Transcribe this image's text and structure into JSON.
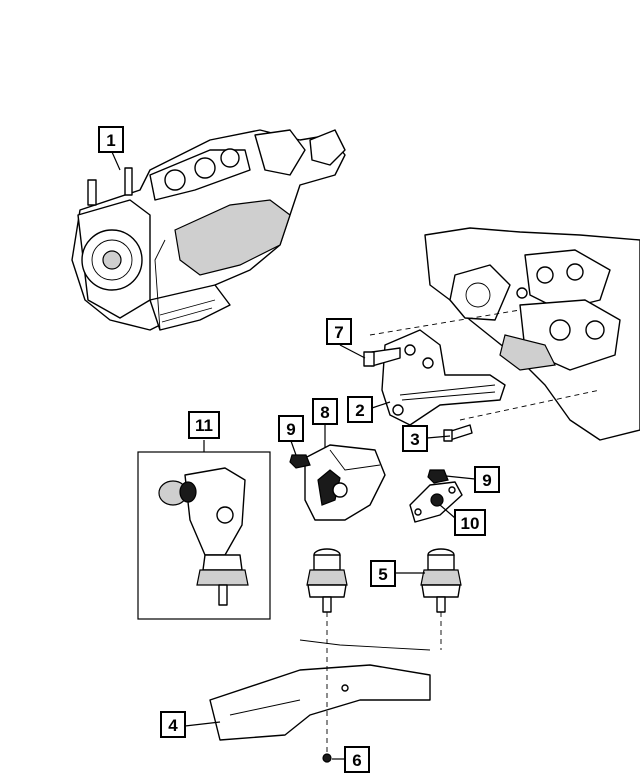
{
  "callouts": [
    {
      "id": "c1",
      "label": "1"
    },
    {
      "id": "c2",
      "label": "2"
    },
    {
      "id": "c3",
      "label": "3"
    },
    {
      "id": "c4",
      "label": "4"
    },
    {
      "id": "c5",
      "label": "5"
    },
    {
      "id": "c6",
      "label": "6"
    },
    {
      "id": "c7",
      "label": "7"
    },
    {
      "id": "c8",
      "label": "8"
    },
    {
      "id": "c9a",
      "label": "9"
    },
    {
      "id": "c9b",
      "label": "9"
    },
    {
      "id": "c10",
      "label": "10"
    },
    {
      "id": "c11",
      "label": "11"
    }
  ]
}
